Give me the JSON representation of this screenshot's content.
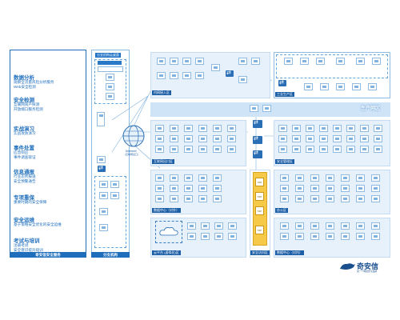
{
  "brand": {
    "name": "奇安信",
    "tagline": "第一个网络安全品牌"
  },
  "services": [
    {
      "title": "数据分析",
      "items": [
        "观察全流量风险分析服务",
        "Web安全检测"
      ]
    },
    {
      "title": "安全检测",
      "items": [
        "互联网资产探测",
        "开放端口服务检测"
      ]
    },
    {
      "title": "实战演习",
      "items": [
        "实战攻防演习"
      ]
    },
    {
      "title": "事件处置",
      "items": [
        "应急响应",
        "事件调查取证"
      ]
    },
    {
      "title": "信息通报",
      "items": [
        "行业态势报送",
        "安全预警通告"
      ]
    },
    {
      "title": "专项重保",
      "items": [
        "重要时期的安全保障"
      ]
    },
    {
      "title": "安全运维",
      "items": [
        "基于策略安全优化的安全运维"
      ]
    },
    {
      "title": "考试与培训",
      "items": [
        "注册考试",
        "安全意识提升培训"
      ]
    }
  ],
  "sidebar_footer": "奇安信安全服务",
  "zones": {
    "branch_top": "分支机构云桌面",
    "branch_bottom": "分支机构",
    "internet": "Internet",
    "internet_sub": "(互联网出口)",
    "intranet_access": "内网接入区",
    "industrial": "工业生产区",
    "production": "生产网区",
    "internet_dmz": "互联网出口区",
    "security_mgmt": "安全管理区",
    "data_center_out": "数据中心（对外）",
    "office": "办公区",
    "cloud": "云平台 (虚拟化)区",
    "security_access": "安全访问区",
    "data_center_in": "数据中心（对内）"
  },
  "yellow_devices": [
    "TAP",
    "TAP",
    "TAP",
    "TAP"
  ]
}
